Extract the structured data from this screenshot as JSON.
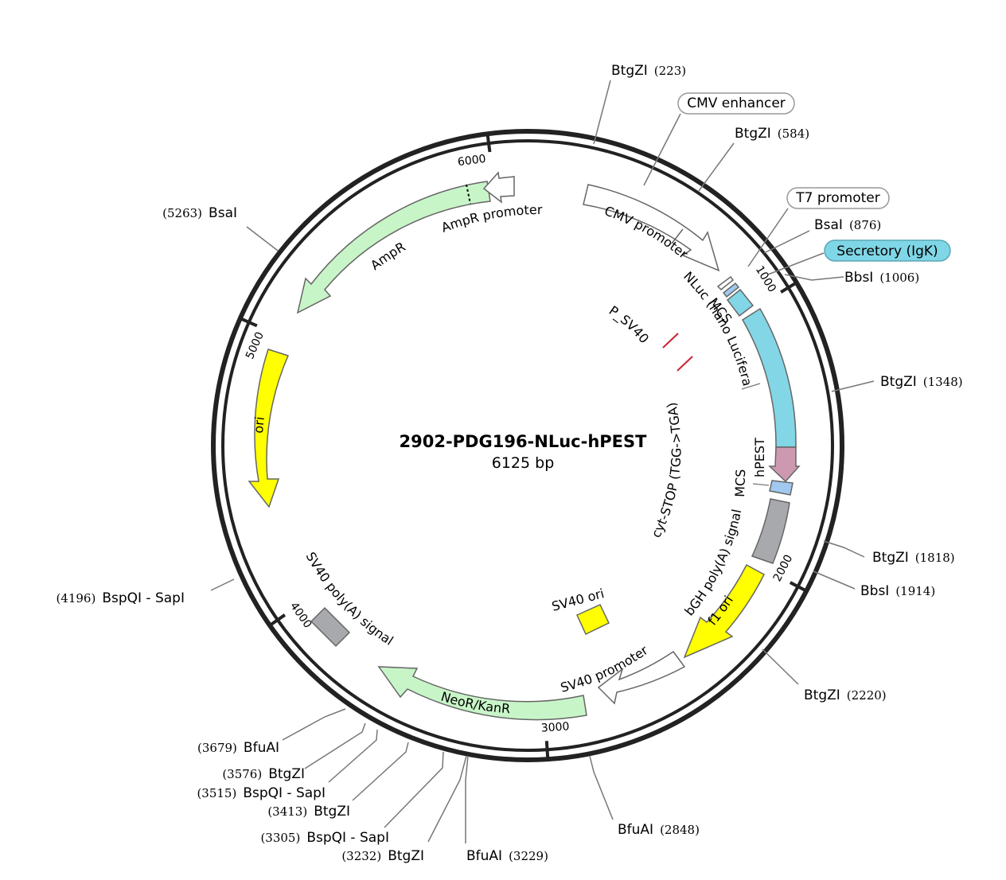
{
  "plasmid": {
    "name": "2902-PDG196-NLuc-hPEST",
    "length_label": "6125 bp",
    "length_bp": 6125
  },
  "ticks": [
    {
      "bp": 1000,
      "label": "1000"
    },
    {
      "bp": 2000,
      "label": "2000"
    },
    {
      "bp": 3000,
      "label": "3000"
    },
    {
      "bp": 4000,
      "label": "4000"
    },
    {
      "bp": 5000,
      "label": "5000"
    },
    {
      "bp": 6000,
      "label": "6000"
    }
  ],
  "sites": [
    {
      "name": "BtgZI",
      "pos": "(223)"
    },
    {
      "name": "BtgZI",
      "pos": "(584)"
    },
    {
      "name": "BsaI",
      "pos": "(876)"
    },
    {
      "name": "BbsI",
      "pos": "(1006)"
    },
    {
      "name": "BtgZI",
      "pos": "(1348)"
    },
    {
      "name": "BtgZI",
      "pos": "(1818)"
    },
    {
      "name": "BbsI",
      "pos": "(1914)"
    },
    {
      "name": "BtgZI",
      "pos": "(2220)"
    },
    {
      "name": "BfuAI",
      "pos": "(2848)"
    },
    {
      "name": "BfuAI",
      "pos": "(3229)"
    },
    {
      "name": "BtgZI",
      "pos": "(3232)"
    },
    {
      "name": "BspQI - SapI",
      "pos": "(3305)"
    },
    {
      "name": "BtgZI",
      "pos": "(3413)"
    },
    {
      "name": "BspQI - SapI",
      "pos": "(3515)"
    },
    {
      "name": "BtgZI",
      "pos": "(3576)"
    },
    {
      "name": "BfuAI",
      "pos": "(3679)"
    },
    {
      "name": "BspQI - SapI",
      "pos": "(4196)"
    },
    {
      "name": "BsaI",
      "pos": "(5263)"
    }
  ],
  "boxed_labels": [
    {
      "text": "CMV enhancer",
      "fill": "#ffffff",
      "stroke": "#999999"
    },
    {
      "text": "T7 promoter",
      "fill": "#ffffff",
      "stroke": "#999999"
    },
    {
      "text": "Secretory (IgK)",
      "fill": "#7fd6e6",
      "stroke": "#5aa6b5"
    }
  ],
  "features": [
    {
      "name": "CMV promoter",
      "color": "#ffffff"
    },
    {
      "name": "MCS",
      "color": "#a0c8f0"
    },
    {
      "name": "NLuc (nano Luciferase)",
      "color": "#82d6e6"
    },
    {
      "name": "hPEST",
      "color": "#cc99b1"
    },
    {
      "name": "MCS",
      "color": "#a0c8f0"
    },
    {
      "name": "bGH poly(A) signal",
      "color": "#a7a9ac"
    },
    {
      "name": "f1 ori",
      "color": "#ffff00"
    },
    {
      "name": "SV40 promoter",
      "color": "#ffffff"
    },
    {
      "name": "NeoR/KanR",
      "color": "#c8f5c8"
    },
    {
      "name": "SV40 poly(A) signal",
      "color": "#a7a9ac"
    },
    {
      "name": "ori",
      "color": "#ffff00"
    },
    {
      "name": "AmpR",
      "color": "#c8f5c8"
    },
    {
      "name": "AmpR promoter",
      "color": "#ffffff"
    },
    {
      "name": "SV40 ori",
      "color": "#ffff00"
    },
    {
      "name": "P_SV40",
      "color": "#cc2233"
    },
    {
      "name": "cyt-STOP (TGG->TGA)",
      "color": "#cc2233"
    }
  ]
}
